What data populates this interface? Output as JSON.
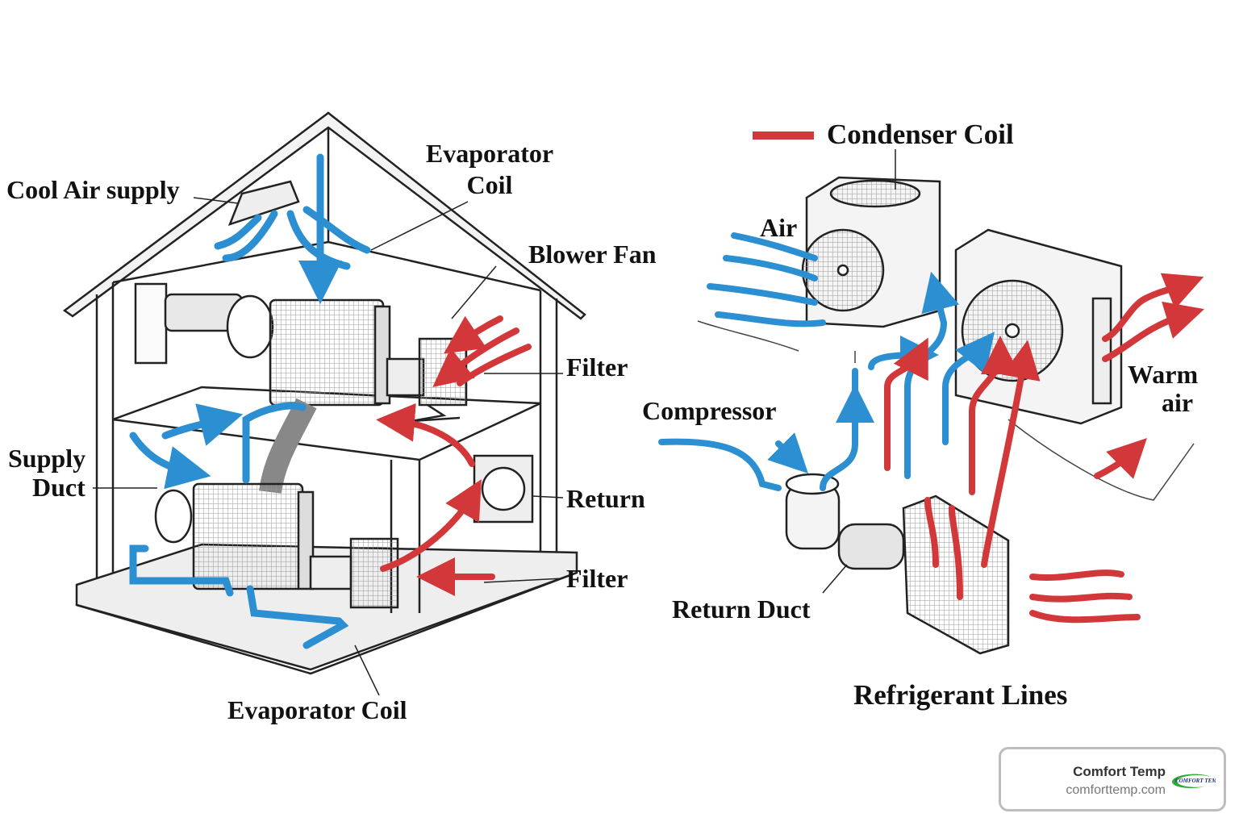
{
  "labels": {
    "cool_air_supply": "Cool Air supply",
    "evaporator_coil_top_line1": "Evaporator",
    "evaporator_coil_top_line2": "Coil",
    "blower_fan": "Blower Fan",
    "filter_top": "Filter",
    "supply_duct_line1": "Supply",
    "supply_duct_line2": "Duct",
    "return": "Return",
    "filter_bottom": "Filter",
    "evaporator_coil_bottom": "Evaporator Coil",
    "condenser_coil": "Condenser Coil",
    "air": "Air",
    "compressor": "Compressor",
    "warm_air_line1": "Warm",
    "warm_air_line2": "air",
    "return_duct": "Return Duct",
    "refrigerant_lines": "Refrigerant Lines"
  },
  "brand": {
    "name": "Comfort Temp",
    "url": "comforttemp.com",
    "logo_text": "Comfort Temp"
  },
  "colors": {
    "cool_air": "#2b8fd1",
    "warm_air": "#d2383a",
    "line": "#222222"
  }
}
